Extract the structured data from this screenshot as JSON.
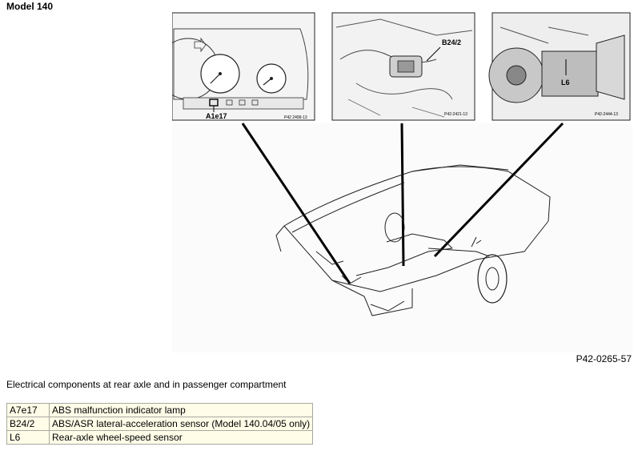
{
  "header": {
    "title": "Model 140"
  },
  "figure": {
    "ref_code": "P42-0265-57",
    "insets": [
      {
        "label": "A1e17",
        "ref": "P42 2499-13"
      },
      {
        "label": "B24/2",
        "ref": "P42-2421-13"
      },
      {
        "label": "L6",
        "ref": "P42-2444-13"
      }
    ]
  },
  "caption": "Electrical components at rear axle and in passenger compartment",
  "legend": {
    "rows": [
      {
        "code": "A7e17",
        "description": "ABS malfunction indicator lamp"
      },
      {
        "code": "B24/2",
        "description": "ABS/ASR lateral-acceleration sensor (Model 140.04/05 only)"
      },
      {
        "code": "L6",
        "description": "Rear-axle wheel-speed sensor"
      }
    ]
  }
}
